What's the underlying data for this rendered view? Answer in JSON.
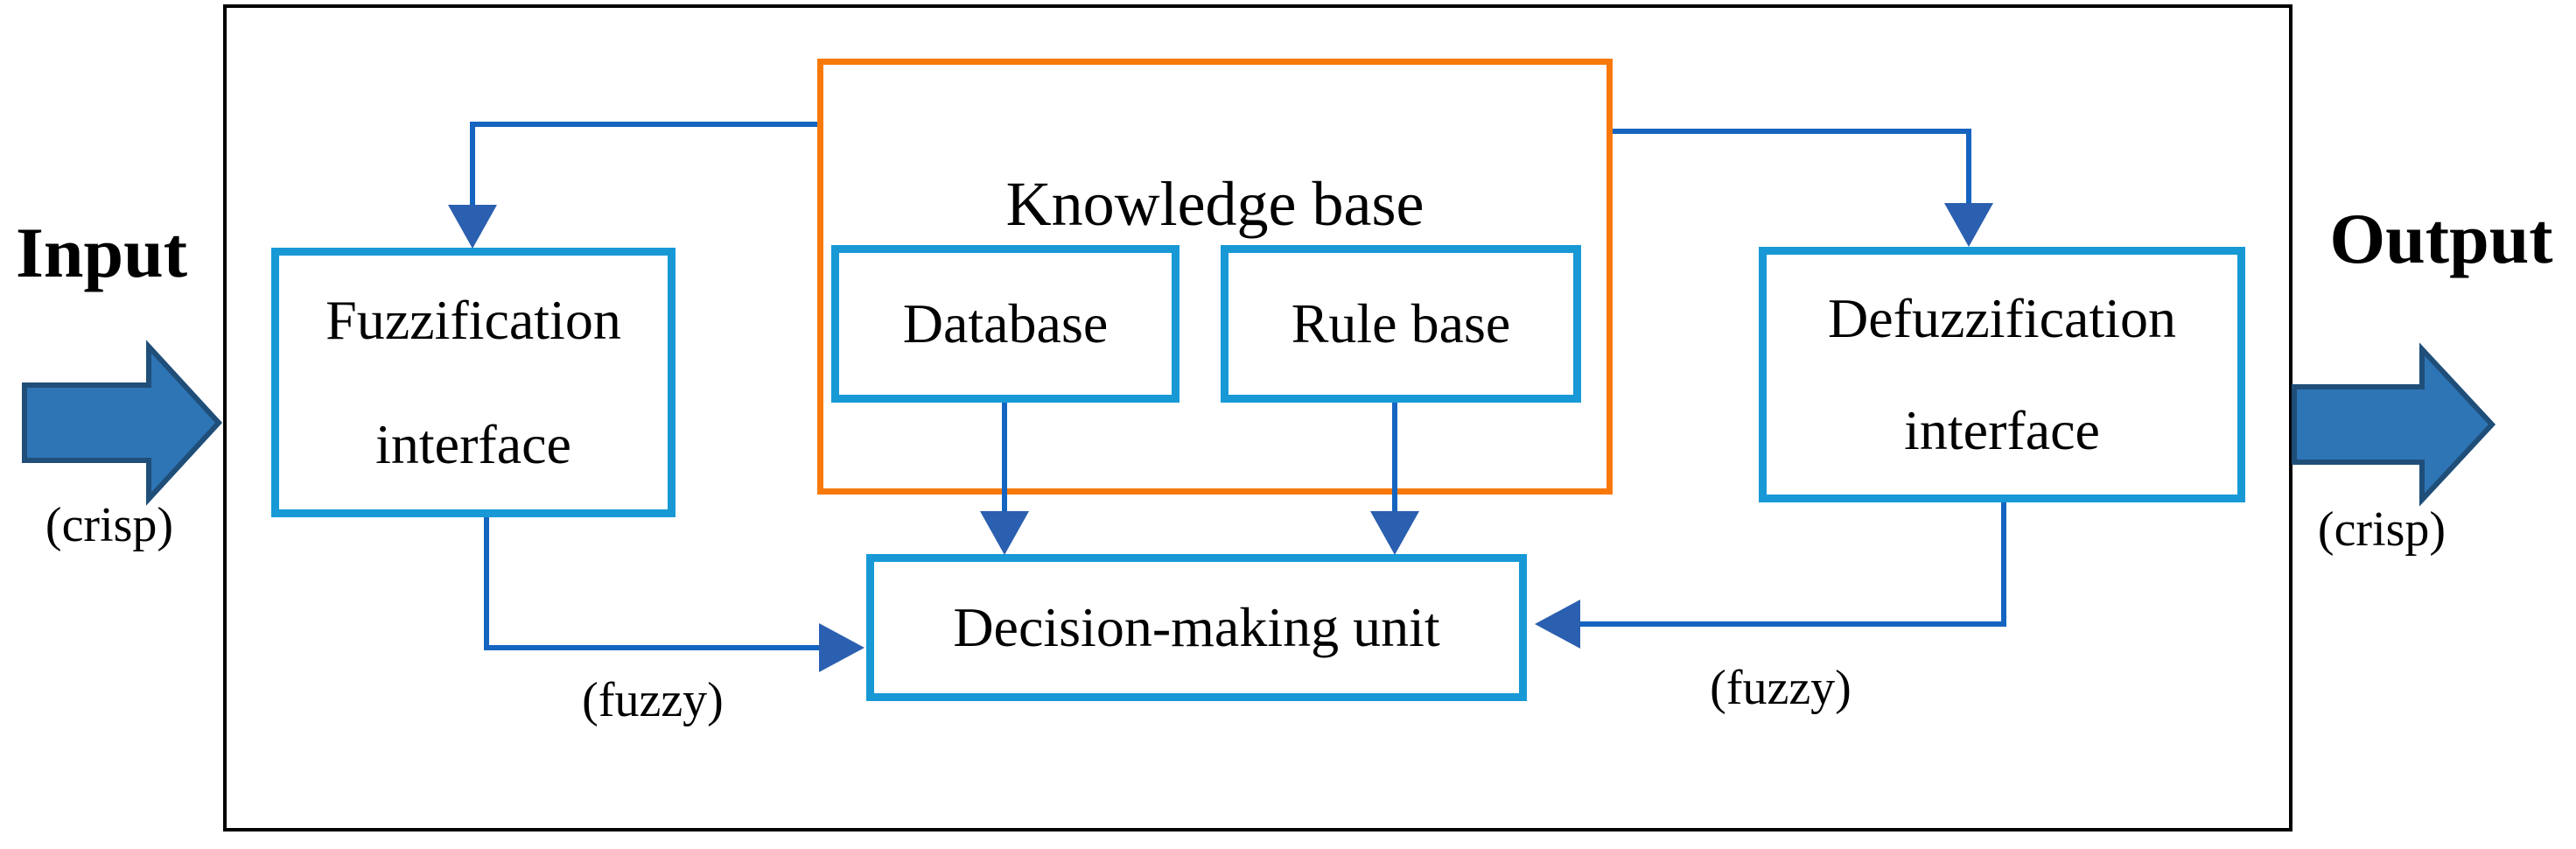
{
  "diagram": {
    "input_label": "Input",
    "input_sublabel": "(crisp)",
    "output_label": "Output",
    "output_sublabel": "(crisp)",
    "nodes": {
      "knowledge_base": {
        "label": "Knowledge base"
      },
      "database": {
        "label": "Database"
      },
      "rule_base": {
        "label": "Rule base"
      },
      "fuzzification": {
        "line1": "Fuzzification",
        "line2": "interface"
      },
      "defuzzification": {
        "line1": "Defuzzification",
        "line2": "interface"
      },
      "decision_unit": {
        "label": "Decision-making unit"
      }
    },
    "edge_labels": {
      "fuzzy_left": "(fuzzy)",
      "fuzzy_right": "(fuzzy)"
    },
    "icons": {
      "input_arrow": "right-block-arrow",
      "output_arrow": "right-block-arrow",
      "connector_arrowheads": "triangle-arrowhead"
    },
    "colors": {
      "box_border_blue": "#1899d6",
      "knowledge_border_orange": "#f8790b",
      "connector_blue": "#1565c0",
      "arrowhead_blue": "#2b5fb0",
      "block_arrow_fill": "#2e75b6",
      "block_arrow_stroke": "#1f4e79",
      "outer_border": "#000000",
      "text": "#000000",
      "background": "#ffffff"
    }
  }
}
